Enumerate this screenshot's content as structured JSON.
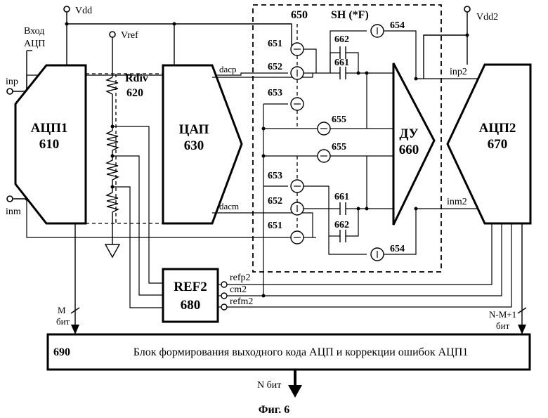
{
  "labels": {
    "vdd": "Vdd",
    "vref": "Vref",
    "vdd2": "Vdd2",
    "input_line1": "Вход",
    "input_line2": "АЦП",
    "inp": "inp",
    "inm": "inm",
    "rdiv": "Rdiv",
    "rdiv_num": "620",
    "dacp": "dacp",
    "dacm": "dacm",
    "sh_num": "650",
    "sh_name": "SH (*F)",
    "inp2": "inp2",
    "inm2": "inm2",
    "refp2": "refp2",
    "cm2": "cm2",
    "refm2": "refm2",
    "m_bits_line1": "M",
    "m_bits_line2": "бит",
    "nm1_bits_line1": "N-M+1",
    "nm1_bits_line2": "бит",
    "n_bits": "N бит"
  },
  "blocks": {
    "adc1": {
      "name": "АЦП1",
      "num": "610"
    },
    "dac": {
      "name": "ЦАП",
      "num": "630"
    },
    "du": {
      "name": "ДУ",
      "num": "660"
    },
    "adc2": {
      "name": "АЦП2",
      "num": "670"
    },
    "ref2": {
      "name": "REF2",
      "num": "680"
    },
    "output": {
      "num": "690",
      "text": "Блок формирования выходного кода АЦП и коррекции ошибок АЦП1"
    }
  },
  "components": {
    "src651": "651",
    "src652": "652",
    "src653": "653",
    "src654": "654",
    "src655": "655",
    "cap661": "661",
    "cap662": "662"
  },
  "caption": "Фиг. 6"
}
